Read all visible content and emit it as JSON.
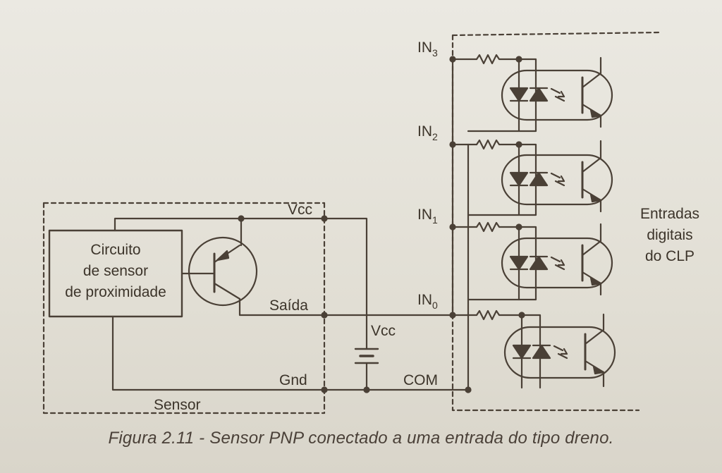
{
  "labels": {
    "sensor_circuit_line1": "Circuito",
    "sensor_circuit_line2": "de sensor",
    "sensor_circuit_line3": "de proximidade",
    "vcc_top": "Vcc",
    "saida": "Saída",
    "gnd": "Gnd",
    "sensor": "Sensor",
    "vcc_battery": "Vcc",
    "com": "COM",
    "in3_base": "IN",
    "in3_sub": "3",
    "in2_base": "IN",
    "in2_sub": "2",
    "in1_base": "IN",
    "in1_sub": "1",
    "in0_base": "IN",
    "in0_sub": "0",
    "plc_line1": "Entradas",
    "plc_line2": "digitais",
    "plc_line3": "do CLP"
  },
  "caption": "Figura 2.11 - Sensor PNP conectado a uma entrada do tipo dreno."
}
